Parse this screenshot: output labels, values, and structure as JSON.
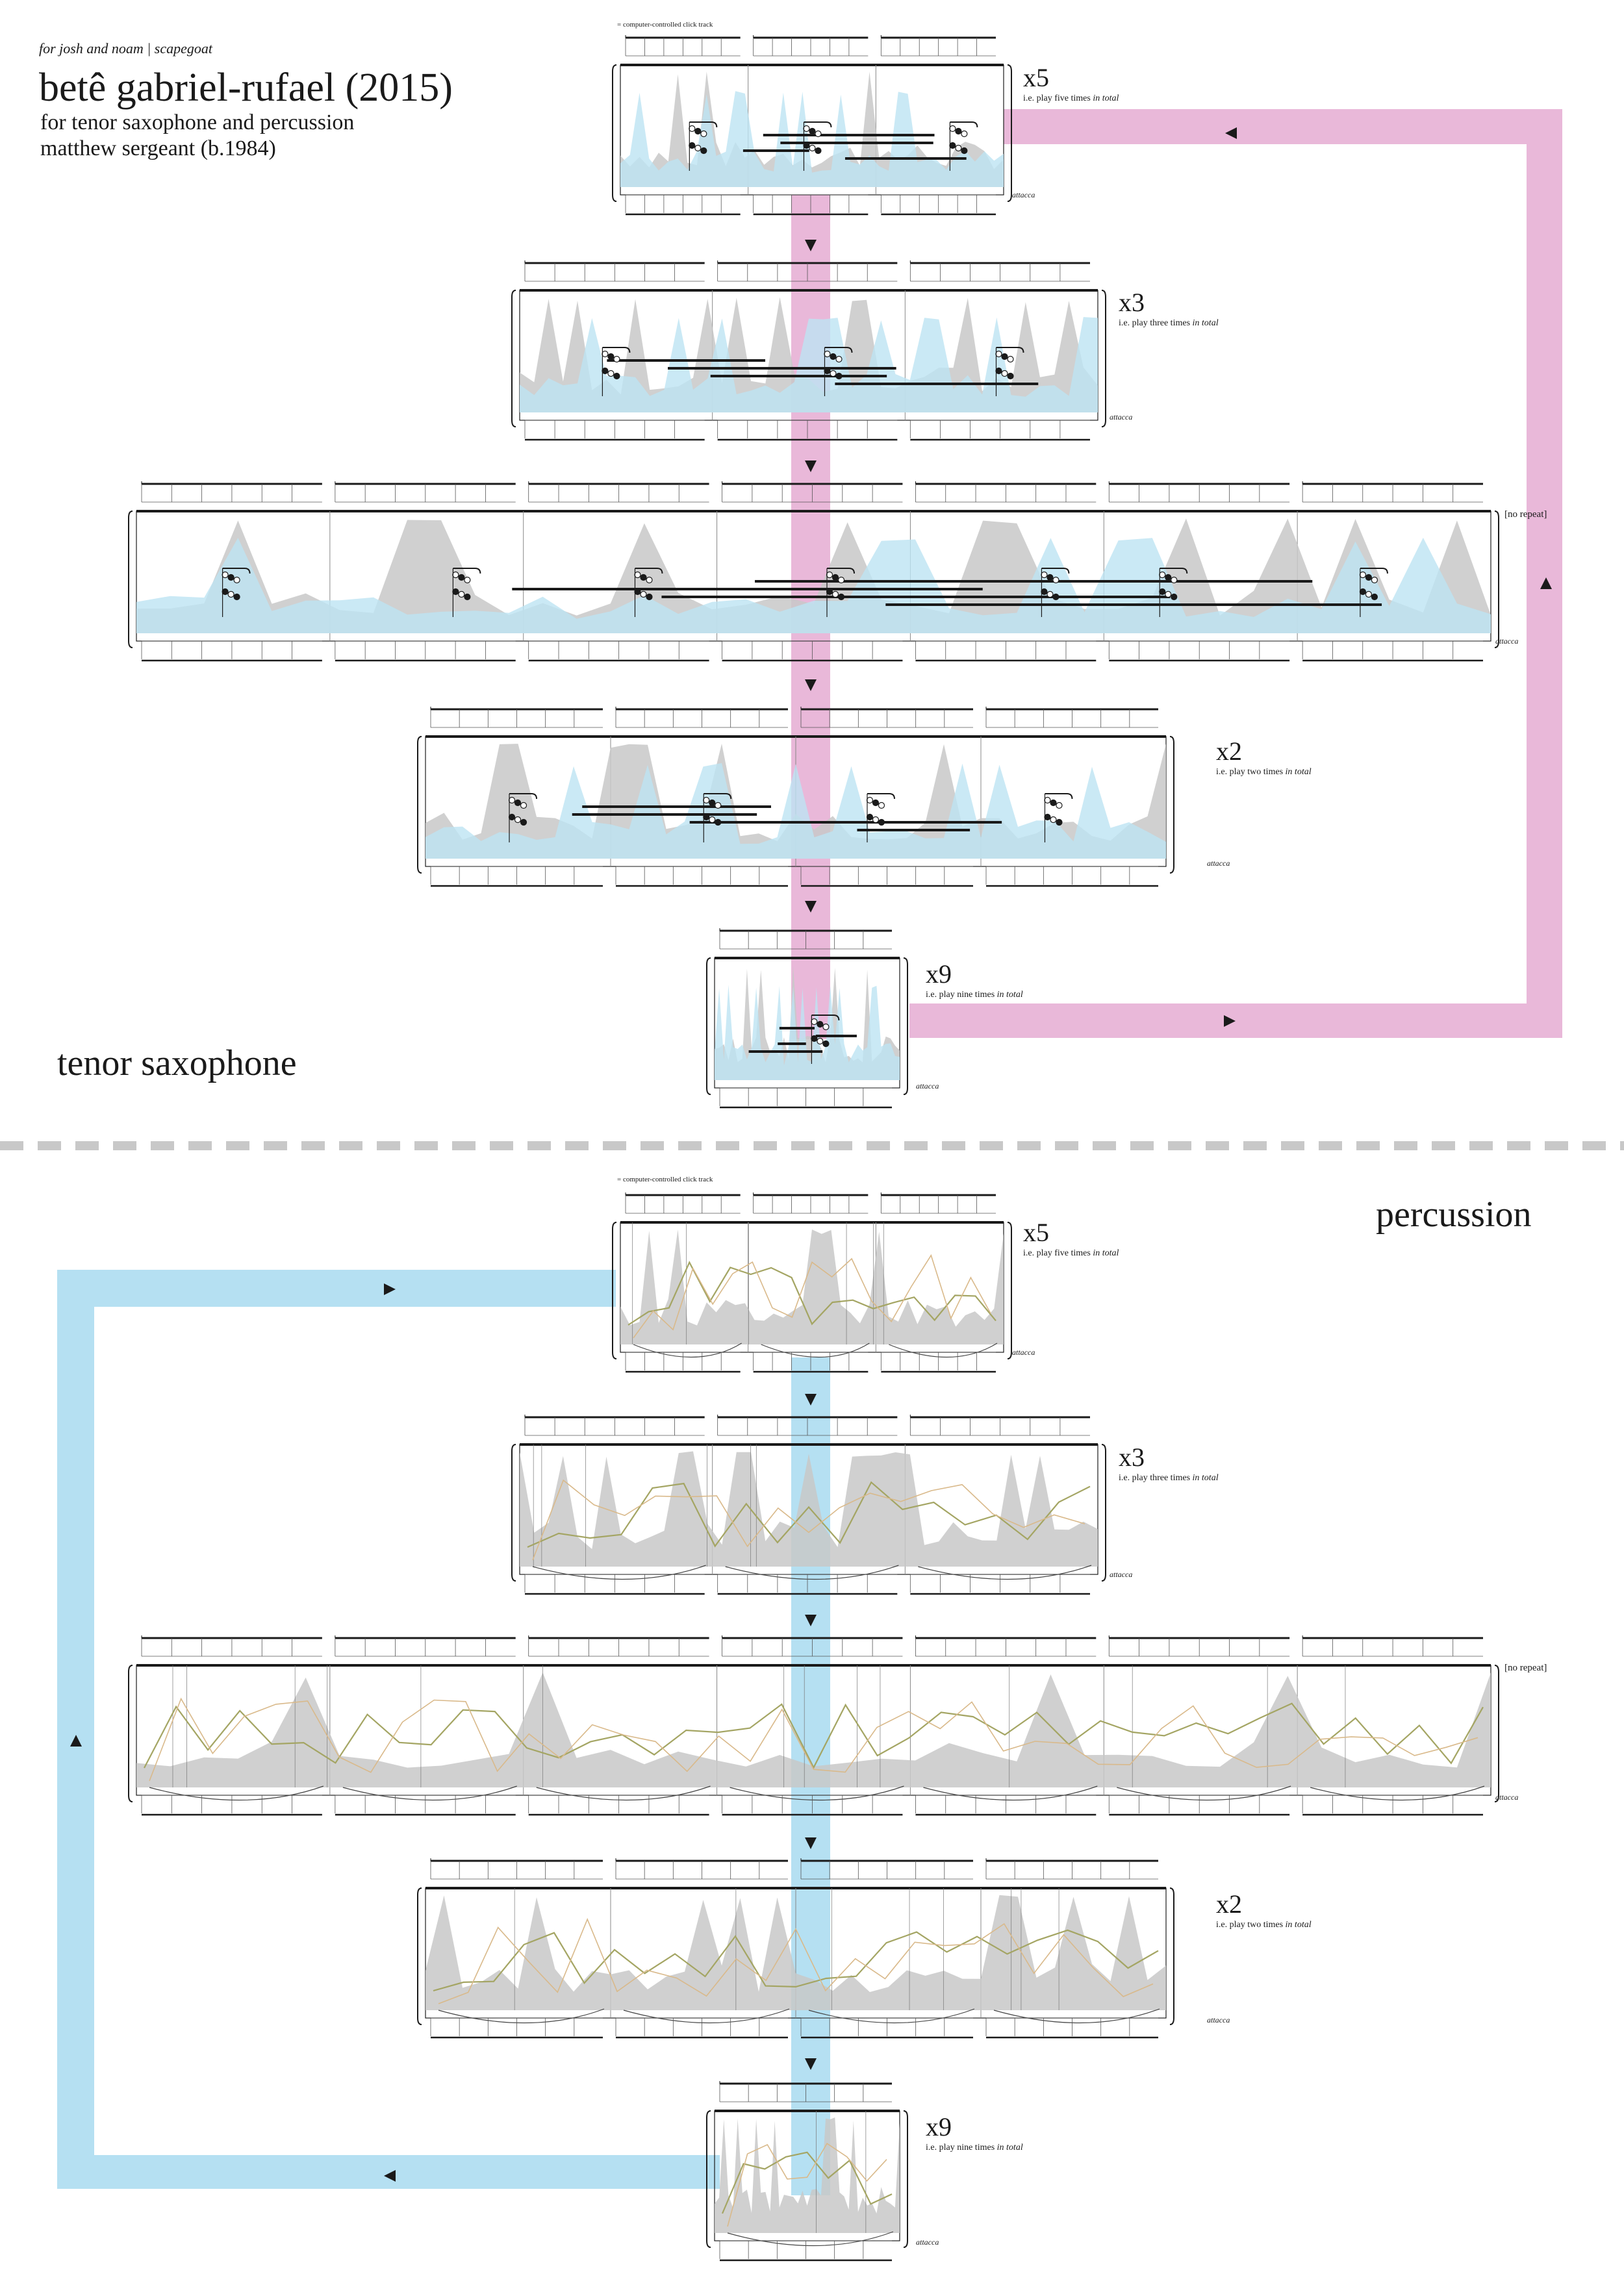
{
  "header": {
    "dedication": "for josh and noam  |  scapegoat",
    "title": "betê gabriel-rufael (2015)",
    "subtitle": "for tenor saxophone and percussion",
    "composer": "matthew sergeant (b.1984)"
  },
  "part_labels": {
    "sax": "tenor saxophone",
    "percussion": "percussion"
  },
  "click_track_label": "= computer-controlled click track",
  "attacca": "attacca",
  "no_repeat": "[no repeat]",
  "repeats": [
    {
      "count": "x5",
      "note": "i.e. play five times ",
      "note_italic": "in total"
    },
    {
      "count": "x3",
      "note": "i.e. play three times ",
      "note_italic": "in total"
    },
    {
      "count": "x2",
      "note": "i.e. play two times ",
      "note_italic": "in total"
    },
    {
      "count": "x9",
      "note": "i.e. play nine times ",
      "note_italic": "in total"
    }
  ],
  "colors": {
    "sax_path": "#e9b8d9",
    "perc_path": "#b5e0f2",
    "gray_envelope": "#c8c8c8",
    "blue_envelope": "#bde3f2",
    "line_olive": "#a4a563",
    "line_tan": "#d9b98a",
    "divider": "#c8c8c8",
    "ink": "#1a1a1a"
  }
}
